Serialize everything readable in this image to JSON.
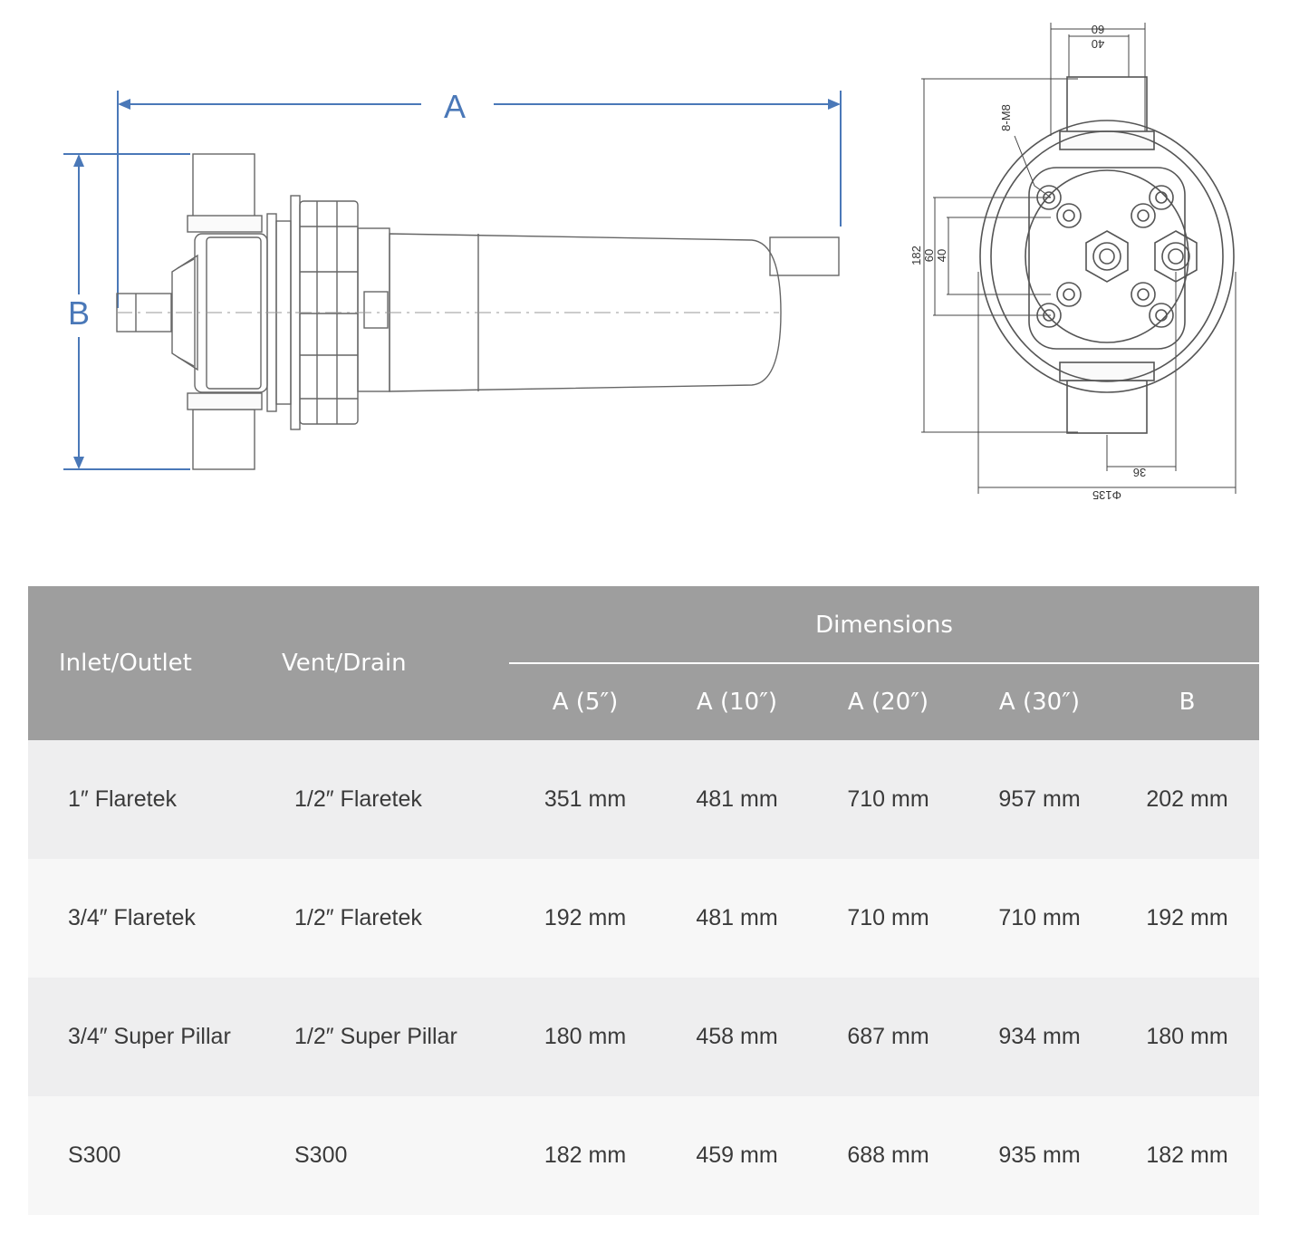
{
  "diagram": {
    "side_view": {
      "dim_a_label": "A",
      "dim_b_label": "B",
      "dimension_color": "#4a78b8"
    },
    "end_view": {
      "top_dim_outer": "60",
      "top_dim_inner": "40",
      "bolt_label": "8-M8",
      "left_dim_182": "182",
      "left_dim_60": "60",
      "left_dim_40": "40",
      "bottom_dim_36": "36",
      "bottom_dim_diameter": "Φ135"
    }
  },
  "table": {
    "header": {
      "inlet_outlet": "Inlet/Outlet",
      "vent_drain": "Vent/Drain",
      "dimensions": "Dimensions",
      "a5": "A (5″)",
      "a10": "A (10″)",
      "a20": "A (20″)",
      "a30": "A (30″)",
      "b": "B"
    },
    "rows": [
      {
        "inlet": "1″ Flaretek",
        "vent": "1/2″ Flaretek",
        "a5": "351 mm",
        "a10": "481 mm",
        "a20": "710 mm",
        "a30": "957 mm",
        "b": "202 mm"
      },
      {
        "inlet": "3/4″ Flaretek",
        "vent": "1/2″ Flaretek",
        "a5": "192 mm",
        "a10": "481 mm",
        "a20": "710 mm",
        "a30": "710 mm",
        "b": "192 mm"
      },
      {
        "inlet": "3/4″ Super Pillar",
        "vent": "1/2″ Super Pillar",
        "a5": "180 mm",
        "a10": "458 mm",
        "a20": "687 mm",
        "a30": "934 mm",
        "b": "180 mm"
      },
      {
        "inlet": "S300",
        "vent": "S300",
        "a5": "182 mm",
        "a10": "459 mm",
        "a20": "688 mm",
        "a30": "935 mm",
        "b": "182 mm"
      }
    ],
    "header_bg": "#9e9e9e",
    "row_bg_odd": "#eeeeef",
    "row_bg_even": "#f7f7f7"
  }
}
